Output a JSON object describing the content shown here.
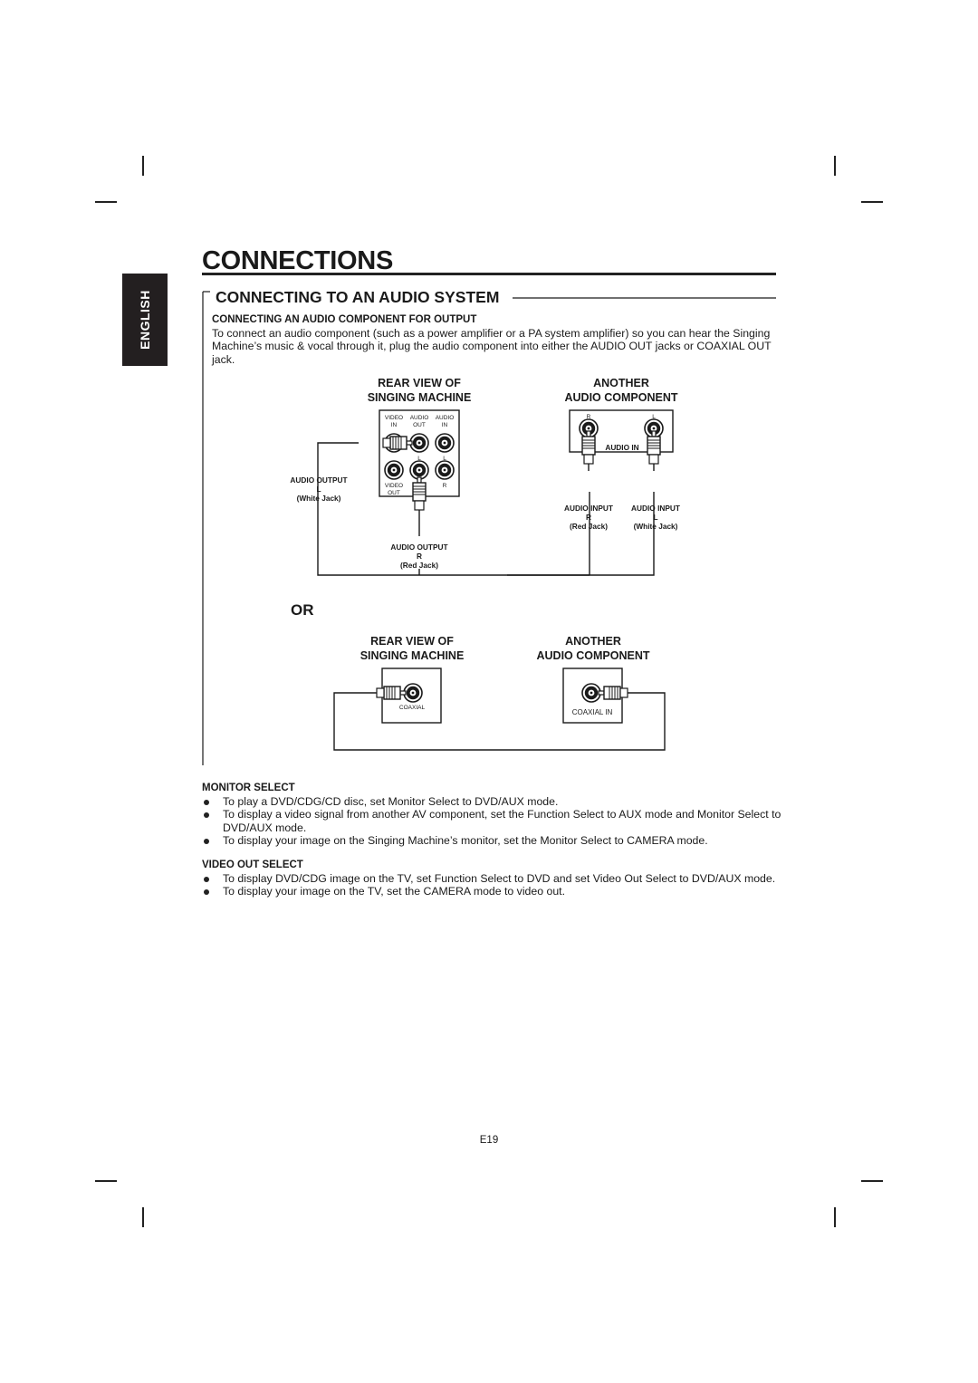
{
  "sidebar": {
    "language_tab": "ENGLISH"
  },
  "header": {
    "title": "CONNECTIONS"
  },
  "section": {
    "title": "CONNECTING TO AN AUDIO SYSTEM",
    "subheading": "CONNECTING AN AUDIO COMPONENT FOR OUTPUT",
    "intro": "To connect an audio component (such as a power amplifier or a PA system amplifier) so you can hear the Singing Machine’s music & vocal through it, plug the audio component into either the AUDIO OUT jacks or COAXIAL OUT jack."
  },
  "diagram1": {
    "left_title_1": "REAR VIEW OF",
    "left_title_2": "SINGING MACHINE",
    "right_title_1": "ANOTHER",
    "right_title_2": "AUDIO COMPONENT",
    "panel_video_in_1": "VIDEO",
    "panel_video_in_2": "IN",
    "panel_audio_out_1": "AUDIO",
    "panel_audio_out_2": "OUT",
    "panel_audio_in_1": "AUDIO",
    "panel_audio_in_2": "IN",
    "panel_l_1": "L",
    "panel_l_2": "L",
    "panel_video_out_1": "VIDEO",
    "panel_video_out_2": "OUT",
    "panel_r": "R",
    "audio_output_l_1": "AUDIO OUTPUT",
    "audio_output_l_2": "L",
    "audio_output_l_3": "(White Jack)",
    "audio_output_r_1": "AUDIO OUTPUT",
    "audio_output_r_2": "R",
    "audio_output_r_3": "(Red Jack)",
    "comp_r": "R",
    "comp_l": "L",
    "comp_audio_in": "AUDIO IN",
    "audio_input_r_1": "AUDIO INPUT",
    "audio_input_r_2": "R",
    "audio_input_r_3": "(Red Jack)",
    "audio_input_l_1": "AUDIO INPUT",
    "audio_input_l_2": "L",
    "audio_input_l_3": "(White Jack)"
  },
  "or_label": "OR",
  "diagram2": {
    "left_title_1": "REAR VIEW OF",
    "left_title_2": "SINGING MACHINE",
    "right_title_1": "ANOTHER",
    "right_title_2": "AUDIO COMPONENT",
    "coaxial": "COAXIAL",
    "coaxial_in": "COAXIAL IN"
  },
  "monitor_select": {
    "heading": "MONITOR SELECT",
    "items": [
      "To play a DVD/CDG/CD disc, set Monitor Select to DVD/AUX mode.",
      "To display a video signal from another AV component, set the Function Select to AUX mode and Monitor Select to DVD/AUX mode.",
      "To display your image on the Singing Machine’s monitor, set the Monitor Select to CAMERA mode."
    ]
  },
  "video_out_select": {
    "heading": "VIDEO OUT SELECT",
    "items": [
      "To display DVD/CDG image on the TV, set Function Select to DVD and set Video Out Select to DVD/AUX mode.",
      "To display your image on the TV, set the CAMERA mode to video out."
    ]
  },
  "footer": {
    "page_number": "E19"
  }
}
